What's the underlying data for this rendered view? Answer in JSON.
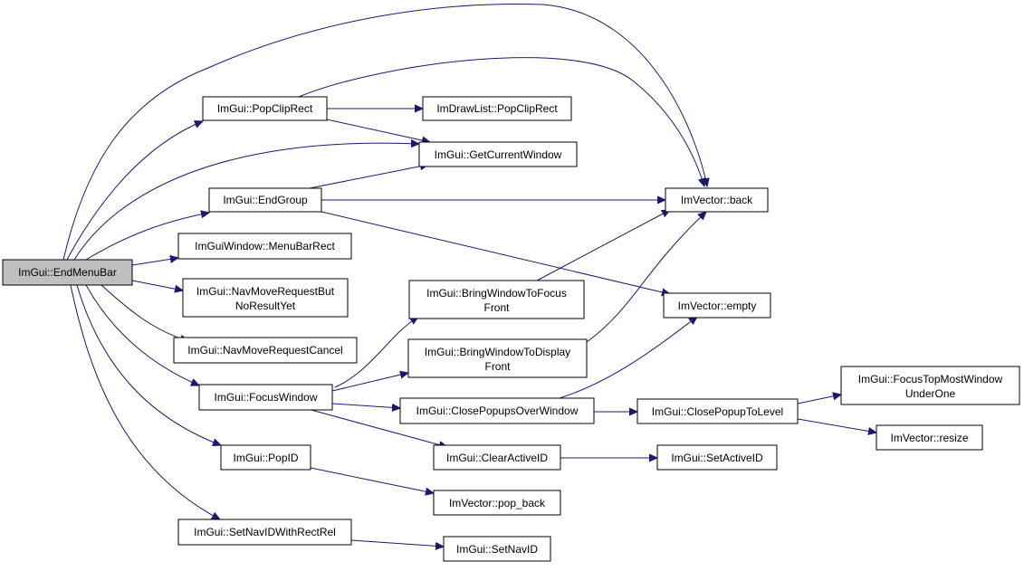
{
  "graph": {
    "colors": {
      "edge": "#191970",
      "node_border": "#000000",
      "node_fill": "#ffffff",
      "root_fill": "#bfbfbf"
    },
    "nodes": {
      "endmenubar": [
        "ImGui::EndMenuBar"
      ],
      "popcliprect": [
        "ImGui::PopClipRect"
      ],
      "drawlist_popcliprect": [
        "ImDrawList::PopClipRect"
      ],
      "getcurrentwindow": [
        "ImGui::GetCurrentWindow"
      ],
      "endgroup": [
        "ImGui::EndGroup"
      ],
      "vector_back": [
        "ImVector::back"
      ],
      "menubarrect": [
        "ImGuiWindow::MenuBarRect"
      ],
      "navmoverequestbut": [
        "ImGui::NavMoveRequestBut",
        "NoResultYet"
      ],
      "bringwindowtofocusfront": [
        "ImGui::BringWindowToFocus",
        "Front"
      ],
      "vector_empty": [
        "ImVector::empty"
      ],
      "navmoverequestcancel": [
        "ImGui::NavMoveRequestCancel"
      ],
      "bringwindowtodisplayfront": [
        "ImGui::BringWindowToDisplay",
        "Front"
      ],
      "focuswindow": [
        "ImGui::FocusWindow"
      ],
      "closepopupsoverwindow": [
        "ImGui::ClosePopupsOverWindow"
      ],
      "closepopuptolevel": [
        "ImGui::ClosePopupToLevel"
      ],
      "focustopmostwindow": [
        "ImGui::FocusTopMostWindow",
        "UnderOne"
      ],
      "vector_resize": [
        "ImVector::resize"
      ],
      "popid": [
        "ImGui::PopID"
      ],
      "clearactiveid": [
        "ImGui::ClearActiveID"
      ],
      "setactiveid": [
        "ImGui::SetActiveID"
      ],
      "vector_pop_back": [
        "ImVector::pop_back"
      ],
      "setnavidwithrectrel": [
        "ImGui::SetNavIDWithRectRel"
      ],
      "setnavid": [
        "ImGui::SetNavID"
      ]
    }
  }
}
